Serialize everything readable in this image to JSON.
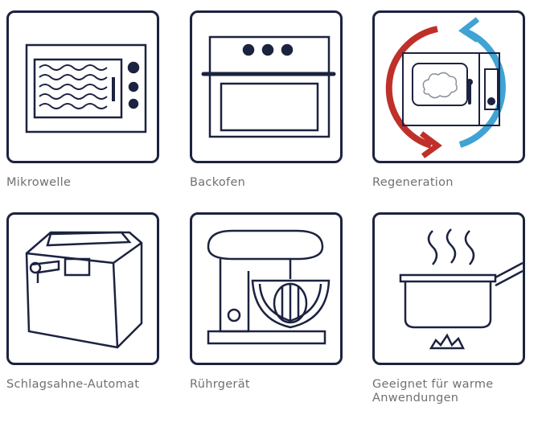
{
  "items": [
    {
      "label": "Mikrowelle",
      "icon": "microwave-icon"
    },
    {
      "label": "Backofen",
      "icon": "oven-icon"
    },
    {
      "label": "Regeneration",
      "icon": "regeneration-icon"
    },
    {
      "label": "Schlagsahne-Automat",
      "icon": "whipped-cream-machine-icon"
    },
    {
      "label": "Rührgerät",
      "icon": "stand-mixer-icon"
    },
    {
      "label": "Geeignet für warme Anwendungen",
      "icon": "hot-pot-icon"
    }
  ],
  "colors": {
    "navy": "#1c2340",
    "red": "#c0302a",
    "blue": "#3fa3d4",
    "label": "#707070"
  }
}
